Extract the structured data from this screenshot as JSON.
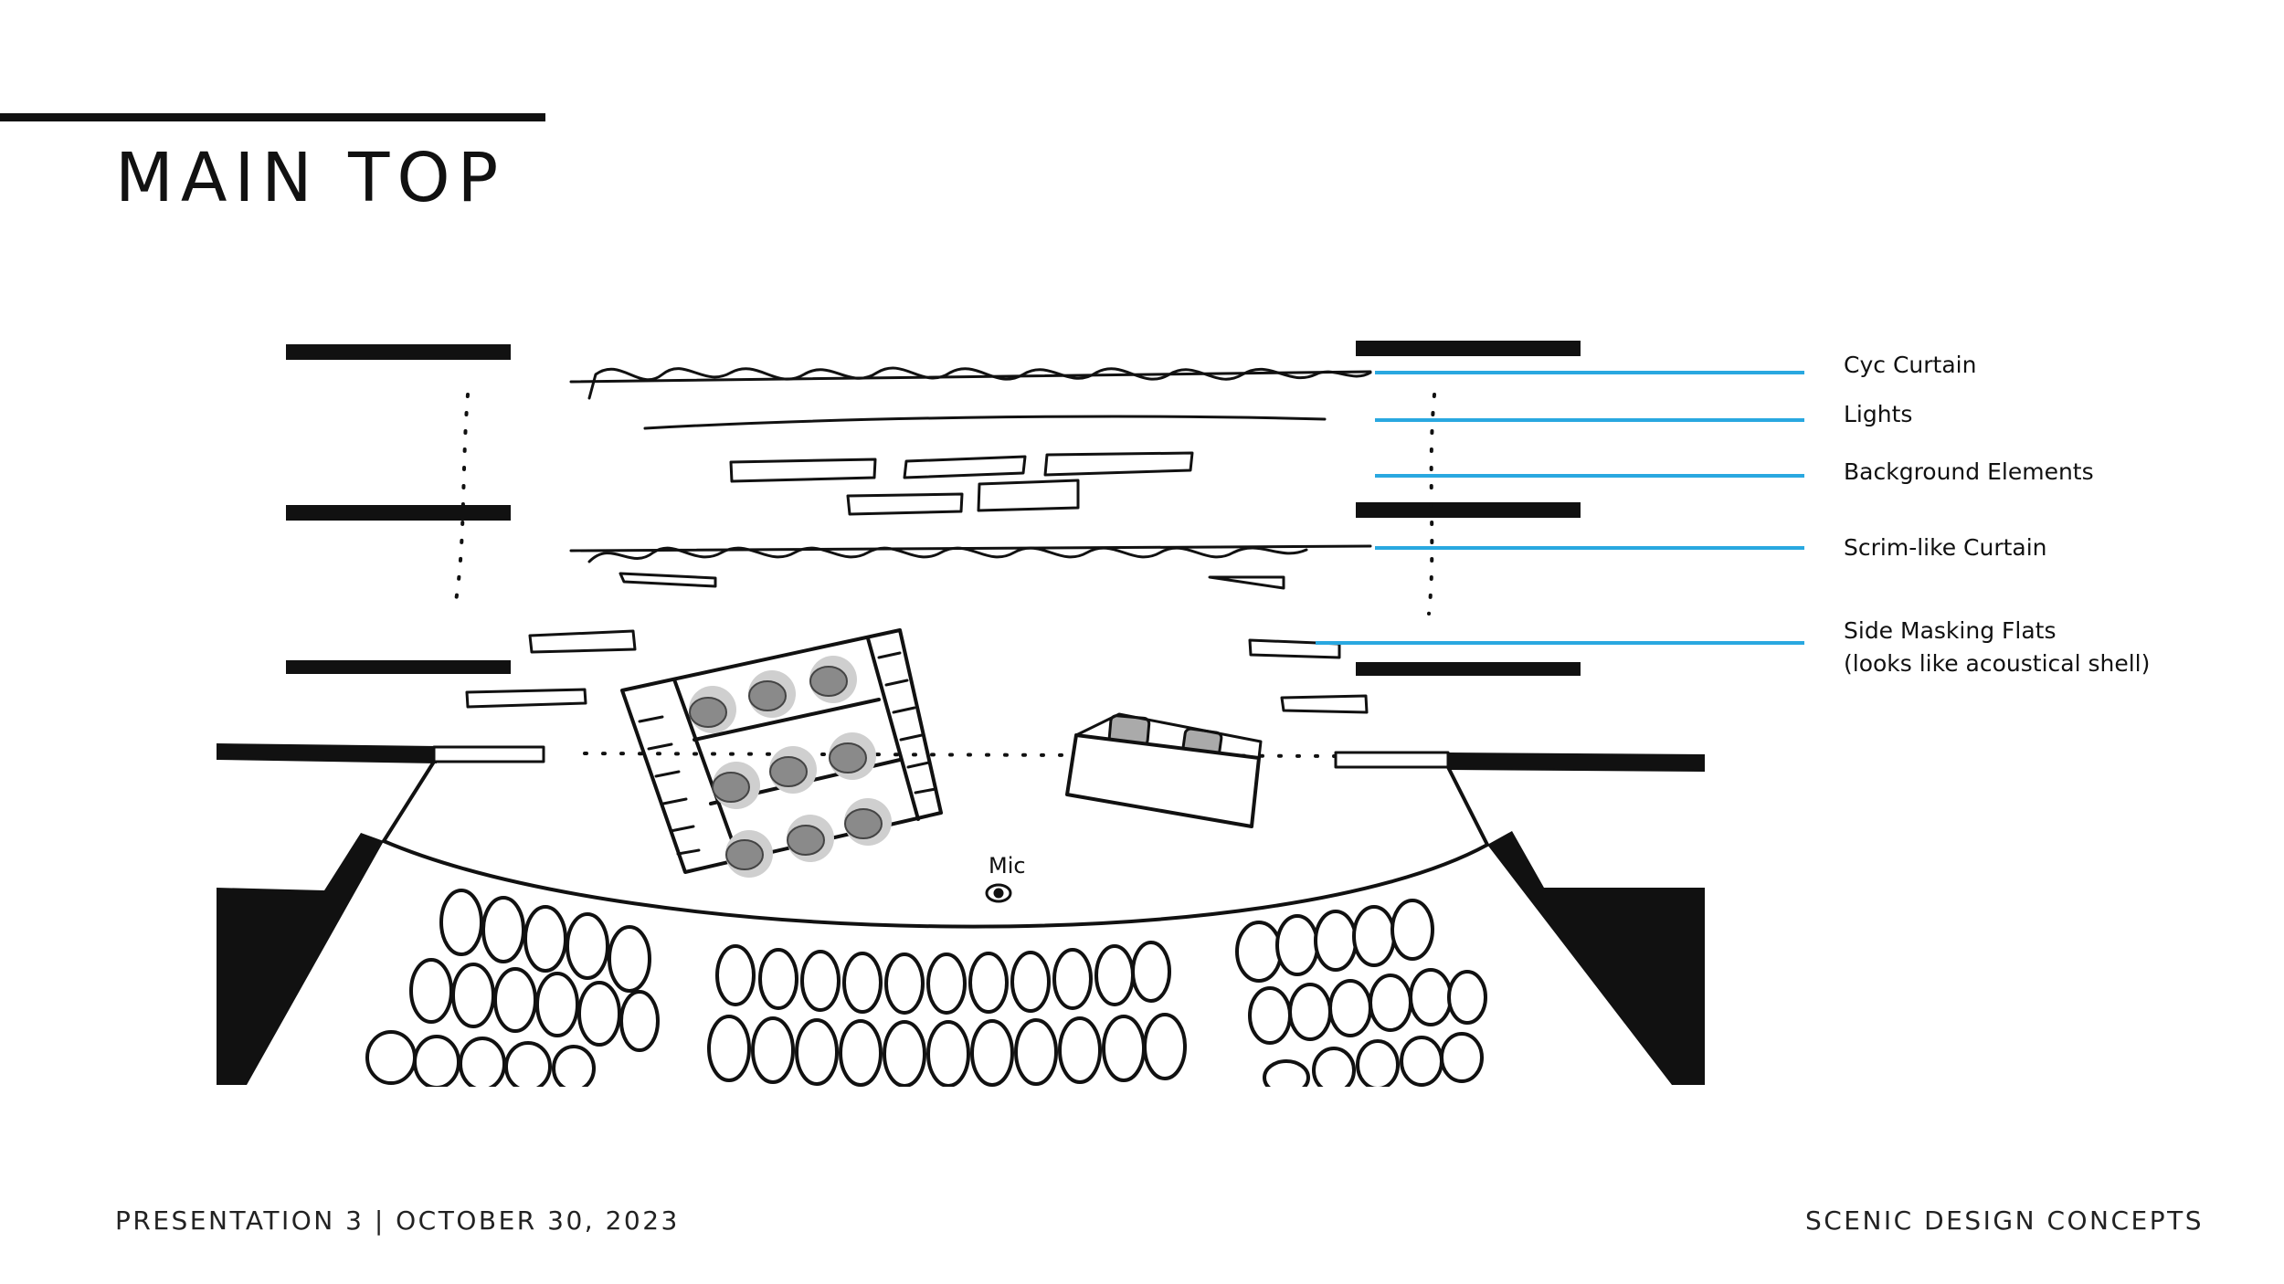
{
  "slide": {
    "title": "MAIN TOP",
    "footer_left": "PRESENTATION 3 | OCTOBER 30, 2023",
    "footer_right": "SCENIC DESIGN CONCEPTS"
  },
  "diagram": {
    "mic_label": "Mic",
    "legend": [
      {
        "label": "Cyc Curtain"
      },
      {
        "label": "Lights"
      },
      {
        "label": "Background Elements"
      },
      {
        "label": "Scrim-like Curtain"
      },
      {
        "label": "Side Masking Flats"
      },
      {
        "label": "(looks like acoustical shell)"
      }
    ],
    "leader_color": "#29a8e0"
  }
}
